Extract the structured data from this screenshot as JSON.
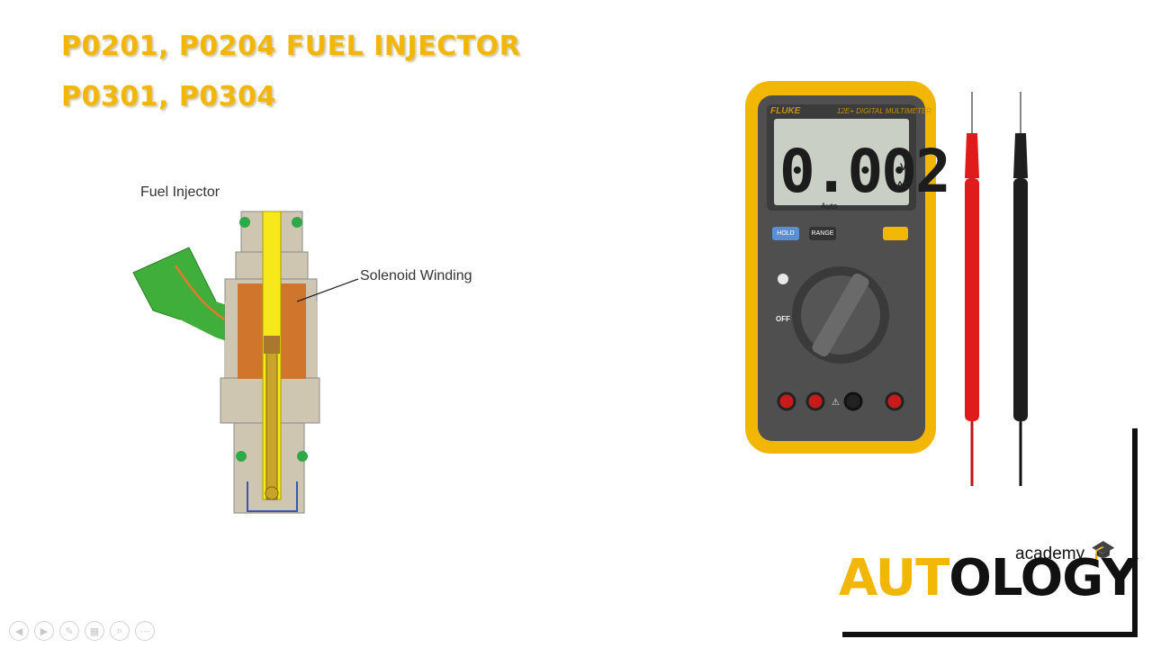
{
  "slide": {
    "title_line1": "P0201, P0204 FUEL INJECTOR",
    "title_line2": "P0301, P0304"
  },
  "diagram": {
    "fuel_injector_label": "Fuel Injector",
    "solenoid_label": "Solenoid Winding"
  },
  "multimeter": {
    "brand": "FLUKE",
    "model": "12E+ DIGITAL MULTIMETER",
    "reading": "0.002",
    "unit_v": "V",
    "unit_ac": "AC",
    "auto": "Auto",
    "hold_label": "HOLD",
    "range_label": "RANGE",
    "off_label": "OFF"
  },
  "logo": {
    "academy": "academy",
    "word_light": "AUT",
    "word_o": "O",
    "word_dark": "LOGY"
  },
  "controls": [
    {
      "name": "prev-slide-icon",
      "glyph": "◀"
    },
    {
      "name": "next-slide-icon",
      "glyph": "▶"
    },
    {
      "name": "pen-icon",
      "glyph": "✎"
    },
    {
      "name": "slides-grid-icon",
      "glyph": "▦"
    },
    {
      "name": "zoom-icon",
      "glyph": "⌕"
    },
    {
      "name": "more-options-icon",
      "glyph": "⋯"
    }
  ],
  "colors": {
    "title": "#f2b705",
    "meter_body": "#f2b705",
    "meter_face": "#4f4f4f"
  }
}
